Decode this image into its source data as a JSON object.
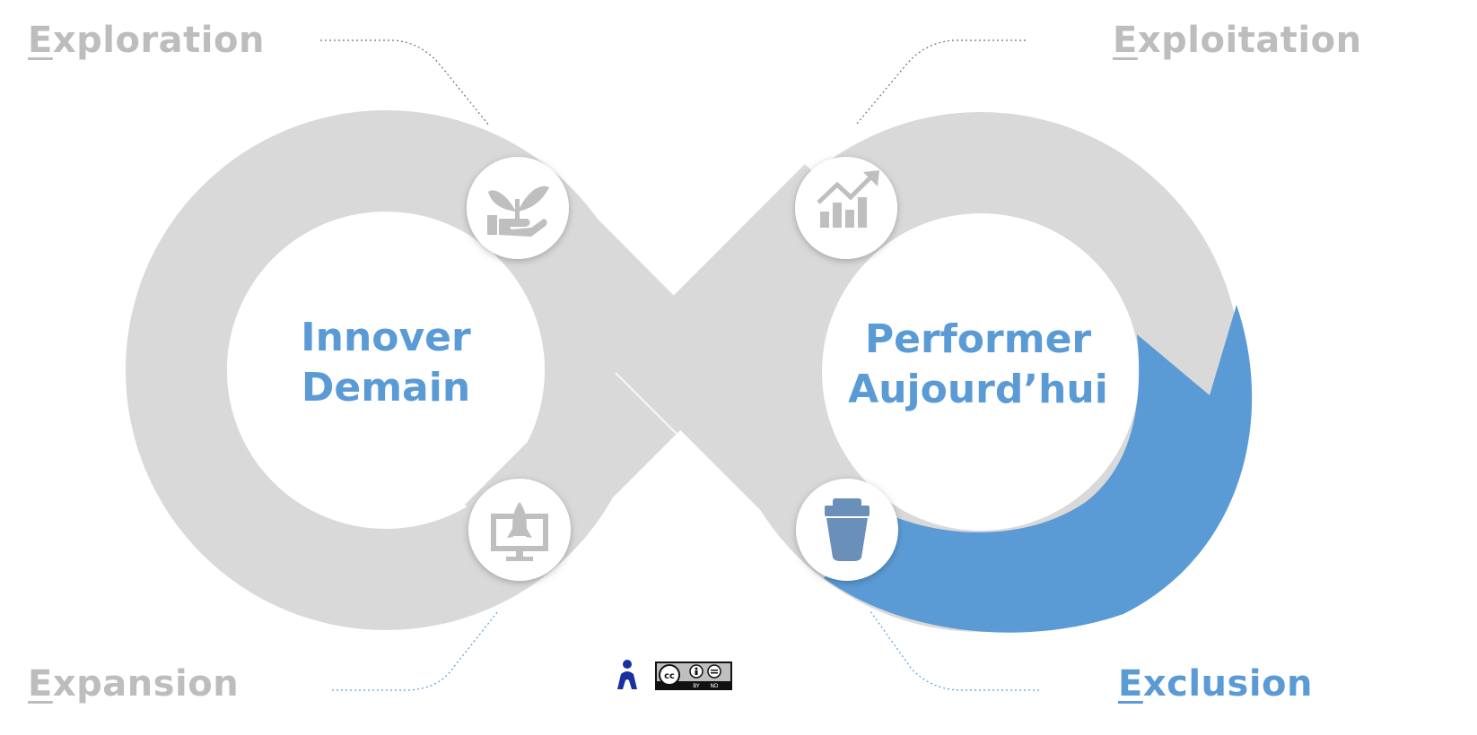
{
  "quadrants": {
    "top_left": {
      "first": "E",
      "rest": "xploration"
    },
    "top_right": {
      "first": "E",
      "rest": "xploitation"
    },
    "bottom_left": {
      "first": "E",
      "rest": "xpansion"
    },
    "bottom_right": {
      "first": "E",
      "rest": "xclusion"
    }
  },
  "left_loop": {
    "line1": "Innover",
    "line2": "Demain"
  },
  "right_loop": {
    "line1": "Performer",
    "line2": "Aujourd’hui"
  },
  "icons": {
    "top_left": "plant-in-hand-icon",
    "top_right": "growth-chart-icon",
    "bottom_left": "rocket-monitor-icon",
    "bottom_right": "trash-bin-icon"
  },
  "license": {
    "cc": "cc",
    "by": "BY",
    "nd": "ND"
  },
  "colors": {
    "loop": "#d9d9d9",
    "accent": "#5b9bd5",
    "inactive_text": "#bdbdbd",
    "trash": "#6a8fb9"
  }
}
